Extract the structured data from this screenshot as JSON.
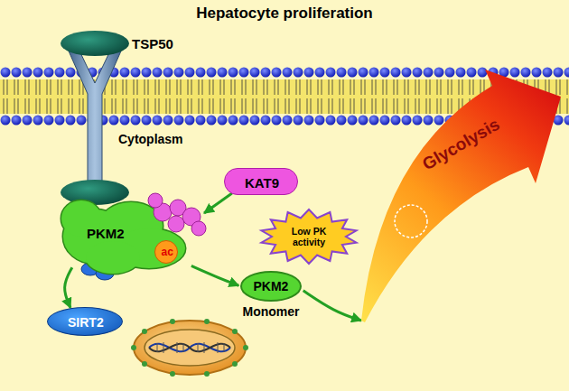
{
  "diagram": {
    "title": "Hepatocyte proliferation",
    "nodes": [
      {
        "text": [
          "TSP50"
        ]
      },
      {
        "text": [
          "PKM2"
        ]
      },
      {
        "text": [
          "ac"
        ],
        "in": 1
      },
      {
        "text": [
          "KAT9"
        ]
      },
      {
        "text": [
          "SIRT2"
        ]
      },
      {
        "text": [
          "PKM2",
          "Monomer"
        ]
      },
      {
        "text": [
          "Low PK activity"
        ]
      },
      {
        "text": [
          "Glycolysis"
        ]
      }
    ],
    "edges": [
      {
        "from": 3,
        "to": 1,
        "arrow": "to"
      },
      {
        "from": 1,
        "to": 4,
        "arrow": "to"
      },
      {
        "from": 1,
        "to": 5,
        "arrow": "to"
      },
      {
        "from": 5,
        "to": 7,
        "arrow": "to"
      }
    ],
    "labels": [
      "Cytoplasm"
    ]
  }
}
